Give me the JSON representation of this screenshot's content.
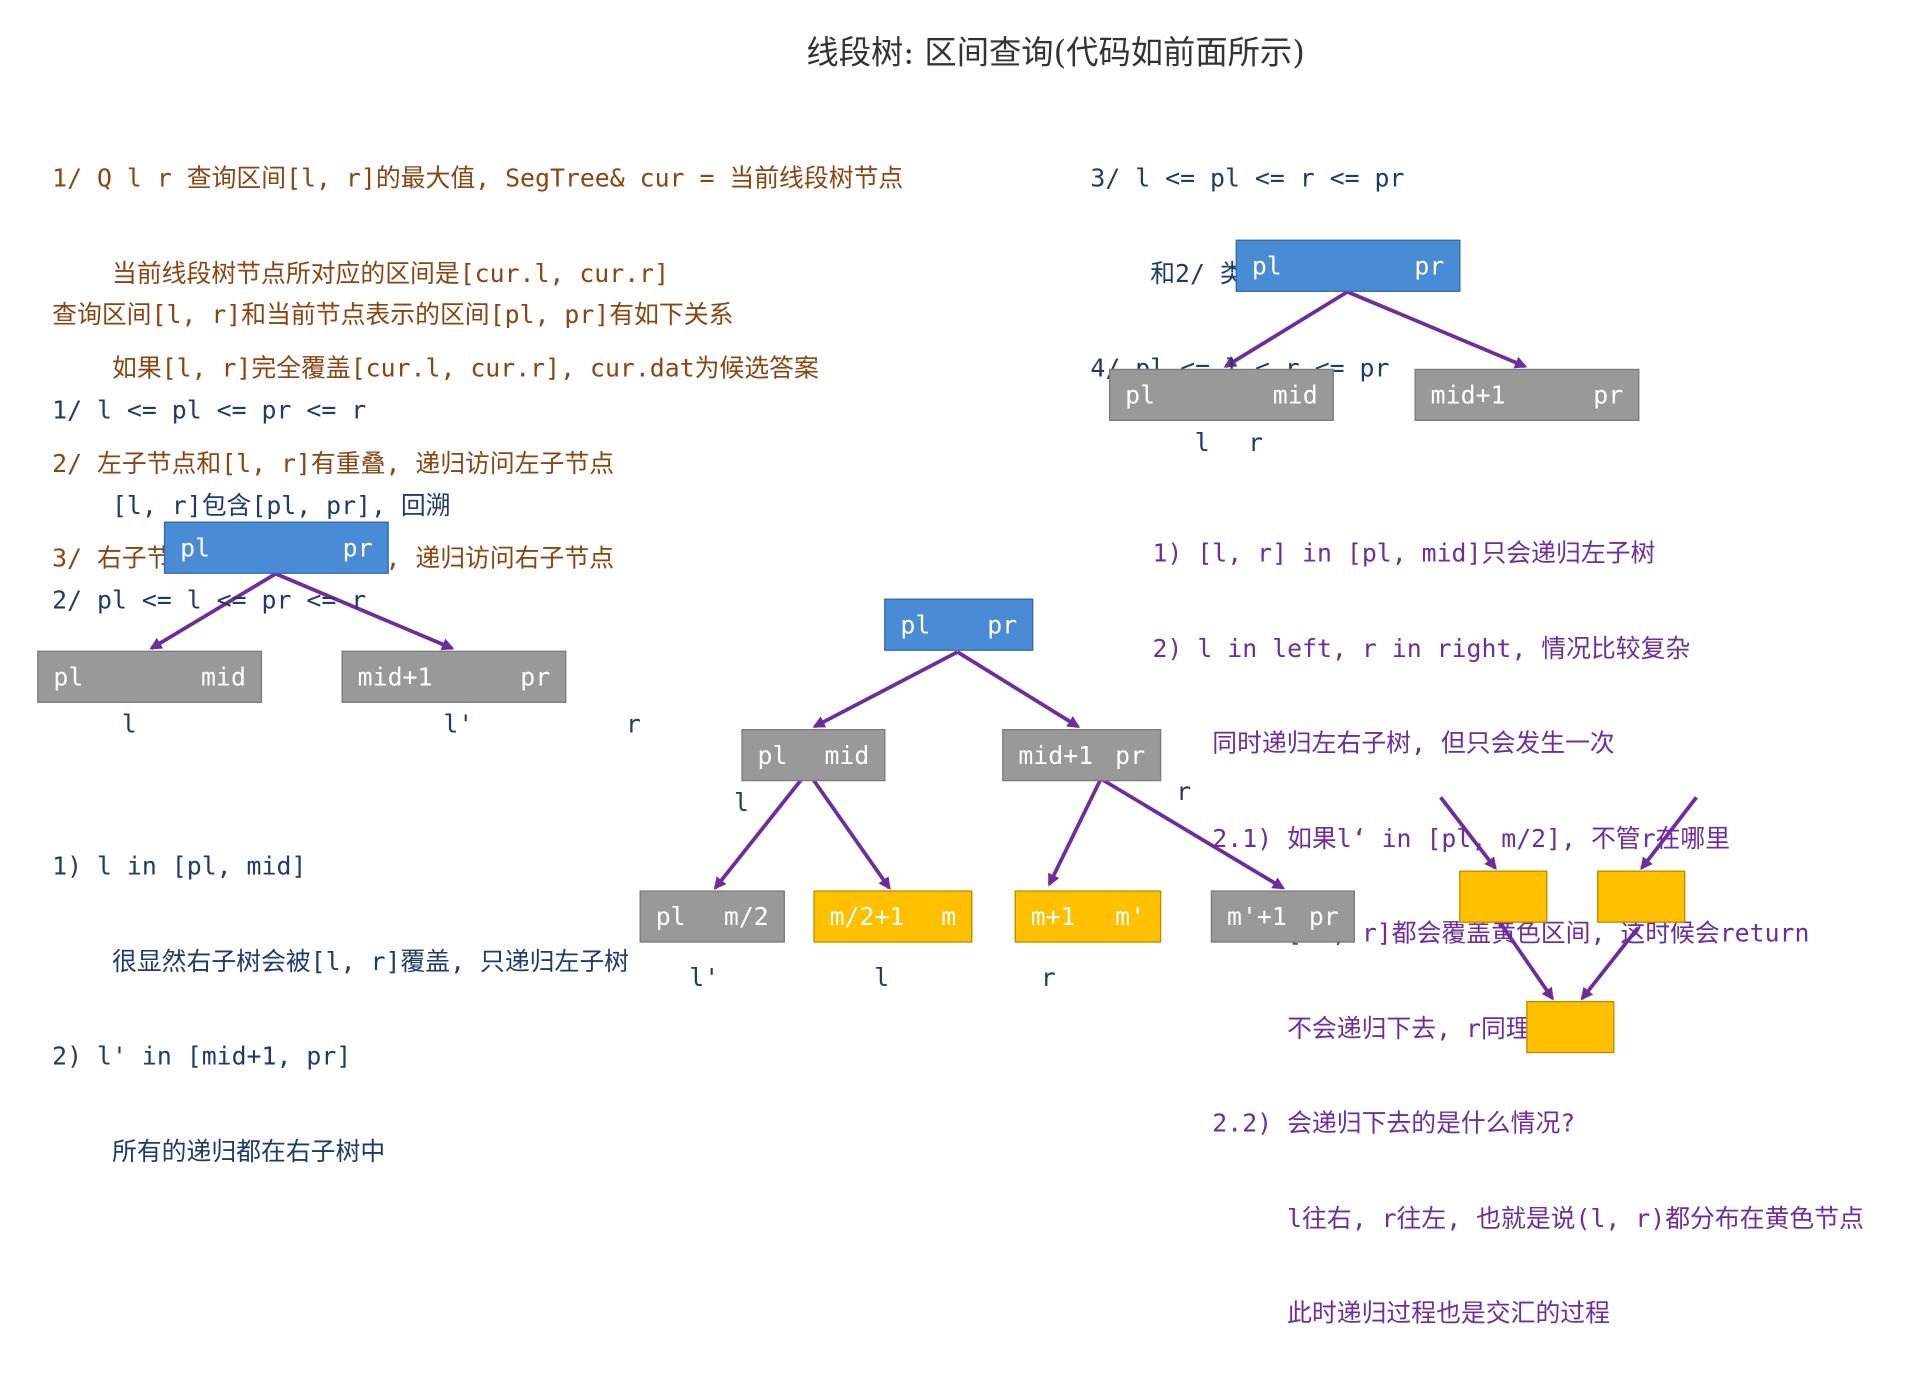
{
  "title": "线段树: 区间查询(代码如前面所示)",
  "colors": {
    "blue_node": "#4A8BD6",
    "gray_node": "#999999",
    "yellow_node": "#FFC000",
    "edge": "#6E2C9E"
  },
  "top_left_brown": [
    "1/ Q l r 查询区间[l, r]的最大值, SegTree& cur = 当前线段树节点",
    "    当前线段树节点所对应的区间是[cur.l, cur.r]",
    "    如果[l, r]完全覆盖[cur.l, cur.r], cur.dat为候选答案",
    "2/ 左子节点和[l, r]有重叠, 递归访问左子节点",
    "3/ 右子节点和[l, r]有重叠, 递归访问右子节点"
  ],
  "relation_heading": "查询区间[l, r]和当前节点表示的区间[pl, pr]有如下关系",
  "relation_cases": [
    "1/ l <= pl <= pr <= r",
    "    [l, r]包含[pl, pr], 回溯",
    "2/ pl <= l <= pr <= r"
  ],
  "top_right_cases": [
    "3/ l <= pl <= r <= pr",
    "    和2/ 类似",
    "4/ pl <= l < r <= pr"
  ],
  "left_tree": {
    "root": [
      "pl",
      "pr"
    ],
    "left": [
      "pl",
      "mid"
    ],
    "right": [
      "mid+1",
      "pr"
    ],
    "labels": [
      "l",
      "l'",
      "r"
    ]
  },
  "left_notes": [
    "1) l in [pl, mid]",
    "    很显然右子树会被[l, r]覆盖, 只递归左子树",
    "2) l' in [mid+1, pr]",
    "    所有的递归都在右子树中"
  ],
  "right_tree": {
    "root": [
      "pl",
      "pr"
    ],
    "left": [
      "pl",
      "mid"
    ],
    "right": [
      "mid+1",
      "pr"
    ],
    "labels": [
      "l",
      "r"
    ]
  },
  "right_notes": [
    "1) [l, r] in [pl, mid]只会递归左子树",
    "2) l in left, r in right, 情况比较复杂",
    "    同时递归左右子树, 但只会发生一次",
    "    2.1) 如果l‘ in [pl, m/2], 不管r在哪里",
    "         [l', r]都会覆盖黄色区间, 这时候会return",
    "         不会递归下去, r同理",
    "    2.2) 会递归下去的是什么情况?",
    "         l往右, r往左, 也就是说(l, r)都分布在黄色节点",
    "         此时递归过程也是交汇的过程"
  ],
  "middle_tree": {
    "root": [
      "pl",
      "pr"
    ],
    "left": [
      "pl",
      "mid"
    ],
    "right": [
      "mid+1",
      "pr"
    ],
    "leaves": [
      [
        "pl",
        "m/2"
      ],
      [
        "m/2+1",
        "m"
      ],
      [
        "m+1",
        "m'"
      ],
      [
        "m'+1",
        "pr"
      ]
    ],
    "labels": [
      "l",
      "r",
      "l'",
      "l",
      "r"
    ]
  }
}
